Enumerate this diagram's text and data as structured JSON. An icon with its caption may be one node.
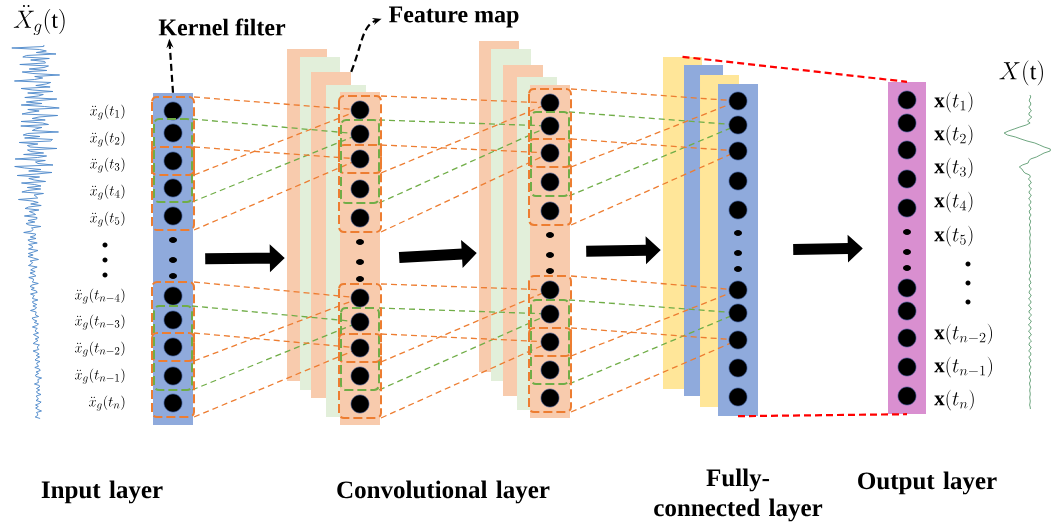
{
  "diagram": {
    "nodes": [
      {
        "text": [
          "Kernel filter"
        ]
      },
      {
        "text": [
          "Feature map"
        ]
      },
      {
        "text": [],
        "shape": "bar",
        "beside": [
          "\\ddot{x}_g(t_1)",
          "\\ddot{x}_g(t_2)",
          "\\ddot{x}_g(t_3)",
          "\\ddot{x}_g(t_4)",
          "\\ddot{x}_g(t_5)",
          "\\ddot{x}_g(t_{n-4})",
          "\\ddot{x}_g(t_{n-3})",
          "\\ddot{x}_g(t_{n-2})",
          "\\ddot{x}_g(t_{n-1})",
          "\\ddot{x}_g(t_n)"
        ]
      },
      {
        "text": [],
        "shape": "bar"
      },
      {
        "text": [],
        "shape": "bar"
      },
      {
        "text": [],
        "shape": "bar"
      },
      {
        "text": [],
        "shape": "bar"
      },
      {
        "text": [],
        "shape": "bar"
      },
      {
        "text": [],
        "shape": "bar"
      },
      {
        "text": [],
        "shape": "bar"
      },
      {
        "text": [],
        "shape": "bar"
      },
      {
        "text": [],
        "shape": "bar"
      },
      {
        "text": [],
        "shape": "bar"
      },
      {
        "text": [],
        "shape": "bar"
      },
      {
        "text": [],
        "shape": "bar"
      },
      {
        "text": [],
        "shape": "bar"
      },
      {
        "text": [],
        "shape": "bar"
      },
      {
        "text": [],
        "shape": "bar",
        "beside": [
          "\\mathbf{x}(t_1)",
          "\\mathbf{x}(t_2)",
          "\\mathbf{x}(t_3)",
          "\\mathbf{x}(t_4)",
          "\\mathbf{x}(t_5)",
          "\\mathbf{x}(t_{n-2})",
          "\\mathbf{x}(t_{n-1})",
          "\\mathbf{x}(t_n)"
        ]
      }
    ],
    "edges": [
      {
        "from": 2,
        "to": 3,
        "arrow": "to",
        "style": "thick"
      },
      {
        "from": 7,
        "to": 8,
        "arrow": "to",
        "style": "thick"
      },
      {
        "from": 12,
        "to": 13,
        "arrow": "to",
        "style": "thick"
      },
      {
        "from": 16,
        "to": 17,
        "arrow": "to",
        "style": "thick"
      },
      {
        "from": 2,
        "to": 0,
        "arrow": "to",
        "style": "dashed"
      },
      {
        "from": 5,
        "to": 1,
        "arrow": "to",
        "style": "dashed"
      },
      {
        "from": 13,
        "to": 17,
        "arrow": "none",
        "style": "dashed",
        "color": "#ff0000"
      },
      {
        "from": 16,
        "to": 17,
        "arrow": "none",
        "style": "dashed",
        "color": "#ff0000"
      }
    ],
    "labels": [
      "\\ddot{X}_g(\\mathrm{t})",
      "X(\\mathrm{t})",
      "Input layer",
      "Convolutional layer",
      "Fully-connected layer",
      "Output layer"
    ]
  }
}
